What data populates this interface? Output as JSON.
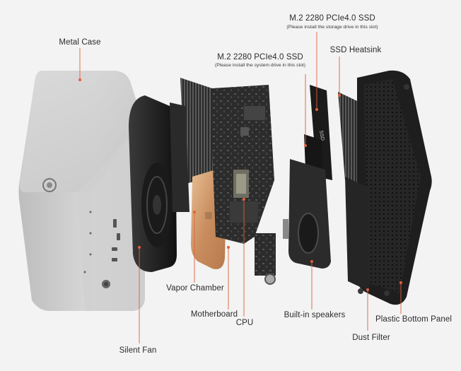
{
  "diagram": {
    "accent_color": "#e0603a",
    "labels": {
      "metal_case": "Metal Case",
      "ssd_storage_title": "M.2 2280 PCIe4.0 SSD",
      "ssd_storage_note": "(Please install the storage drive in this slot)",
      "ssd_system_title": "M.2 2280 PCIe4.0 SSD",
      "ssd_system_note": "(Please install the system drive in this slot)",
      "ssd_heatsink": "SSD Heatsink",
      "vapor_chamber": "Vapor Chamber",
      "motherboard": "Motherboard",
      "cpu": "CPU",
      "built_in_speakers": "Built-in speakers",
      "plastic_bottom_panel": "Plastic Bottom Panel",
      "dust_filter": "Dust Filter",
      "silent_fan": "Silent Fan"
    }
  }
}
